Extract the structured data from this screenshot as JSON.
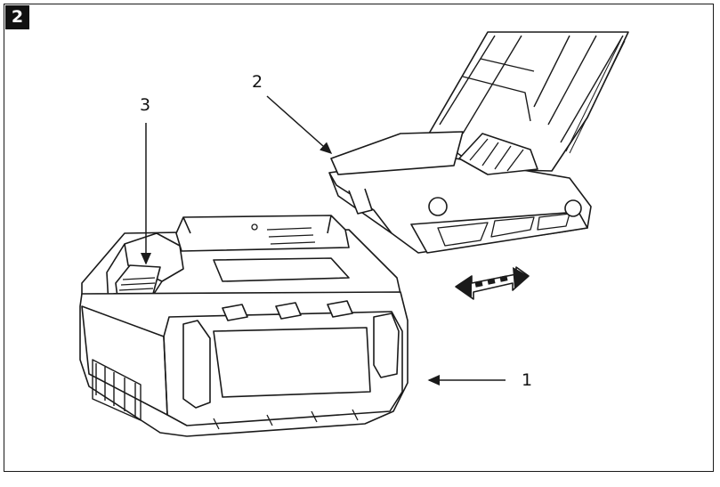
{
  "figure": {
    "badge": "2"
  },
  "callouts": [
    {
      "id": "1",
      "label": "1"
    },
    {
      "id": "2",
      "label": "2"
    },
    {
      "id": "3",
      "label": "3"
    }
  ],
  "colors": {
    "line": "#1a1a1a",
    "badge_bg": "#111111",
    "badge_text": "#ffffff",
    "background": "#ffffff"
  },
  "icons": {
    "slide_direction": "double-arrow-icon"
  }
}
